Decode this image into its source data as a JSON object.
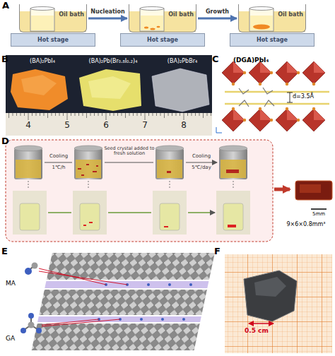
{
  "diagram": {
    "nodes": [
      {
        "text": [
          "Oil bath"
        ]
      },
      {
        "text": [
          "Hot stage"
        ]
      },
      {
        "text": [
          "Oil bath"
        ]
      },
      {
        "text": [
          "Hot stage"
        ]
      },
      {
        "text": [
          "Oil bath"
        ]
      },
      {
        "text": [
          "Hot stage"
        ]
      }
    ],
    "edges": [
      {
        "from": 0,
        "to": 2,
        "arrow": "to",
        "label": "Nucleation"
      },
      {
        "from": 2,
        "to": 4,
        "arrow": "to",
        "label": "Growth"
      }
    ],
    "labels": [
      "A",
      "B",
      "C",
      "D",
      "E",
      "F",
      "(BA)₂PbI₄",
      "(BA)₂Pb(Br₀.₈I₀.₂)₄",
      "(BA)₂PbBr₄",
      "4",
      "5",
      "6",
      "7",
      "8",
      "(DGA)PbI₄",
      "d=3.5Å",
      "Cooling",
      "1℃/h",
      "Seed crystal added to fresh solution",
      "Cooling",
      "5℃/day",
      "5mm",
      "9×6×0.8mm³",
      "MA",
      "GA",
      "0.5 cm"
    ]
  }
}
